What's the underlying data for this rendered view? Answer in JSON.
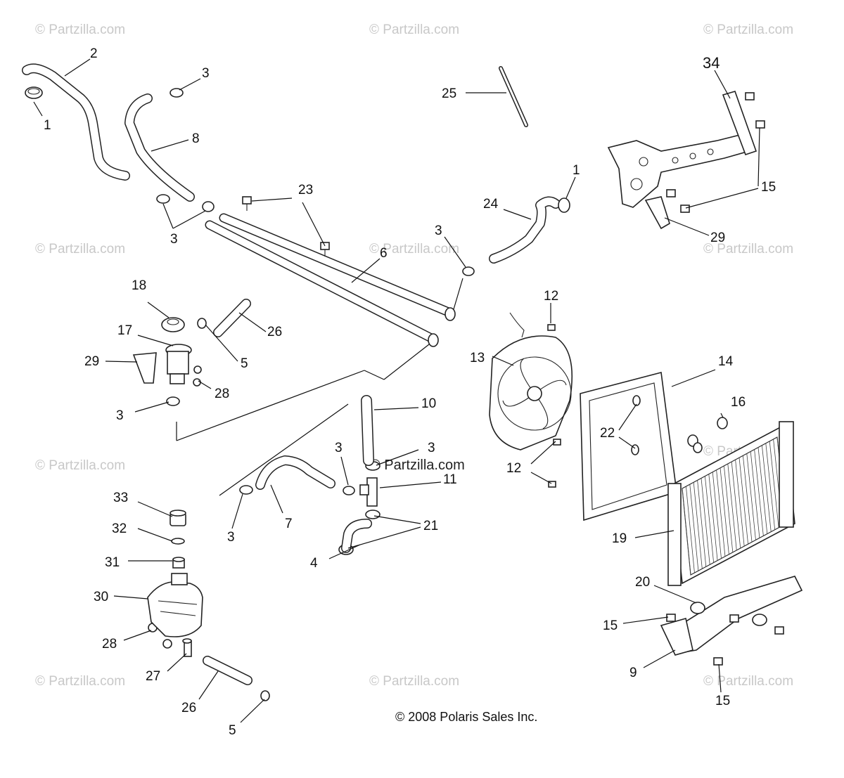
{
  "watermark": "© Partzilla.com",
  "center_watermark": "© Partzilla.com",
  "copyright": "© 2008 Polaris Sales Inc.",
  "callouts": [
    {
      "id": "c1a",
      "text": "1"
    },
    {
      "id": "c2",
      "text": "2"
    },
    {
      "id": "c3a",
      "text": "3"
    },
    {
      "id": "c8",
      "text": "8"
    },
    {
      "id": "c3b",
      "text": "3"
    },
    {
      "id": "c23",
      "text": "23"
    },
    {
      "id": "c6",
      "text": "6"
    },
    {
      "id": "c25",
      "text": "25"
    },
    {
      "id": "c1b",
      "text": "1"
    },
    {
      "id": "c24",
      "text": "24"
    },
    {
      "id": "c3c",
      "text": "3"
    },
    {
      "id": "c34",
      "text": "34"
    },
    {
      "id": "c15a",
      "text": "15"
    },
    {
      "id": "c29a",
      "text": "29"
    },
    {
      "id": "c18",
      "text": "18"
    },
    {
      "id": "c17",
      "text": "17"
    },
    {
      "id": "c26a",
      "text": "26"
    },
    {
      "id": "c29b",
      "text": "29"
    },
    {
      "id": "c5a",
      "text": "5"
    },
    {
      "id": "c28a",
      "text": "28"
    },
    {
      "id": "c3d",
      "text": "3"
    },
    {
      "id": "c10",
      "text": "10"
    },
    {
      "id": "c12a",
      "text": "12"
    },
    {
      "id": "c13",
      "text": "13"
    },
    {
      "id": "c14",
      "text": "14"
    },
    {
      "id": "c16",
      "text": "16"
    },
    {
      "id": "c22",
      "text": "22"
    },
    {
      "id": "c12b",
      "text": "12"
    },
    {
      "id": "c3e",
      "text": "3"
    },
    {
      "id": "c3f",
      "text": "3"
    },
    {
      "id": "c11",
      "text": "11"
    },
    {
      "id": "c21",
      "text": "21"
    },
    {
      "id": "c3g",
      "text": "3"
    },
    {
      "id": "c7",
      "text": "7"
    },
    {
      "id": "c4",
      "text": "4"
    },
    {
      "id": "c19",
      "text": "19"
    },
    {
      "id": "c33",
      "text": "33"
    },
    {
      "id": "c32",
      "text": "32"
    },
    {
      "id": "c31",
      "text": "31"
    },
    {
      "id": "c30",
      "text": "30"
    },
    {
      "id": "c28b",
      "text": "28"
    },
    {
      "id": "c27",
      "text": "27"
    },
    {
      "id": "c26b",
      "text": "26"
    },
    {
      "id": "c5b",
      "text": "5"
    },
    {
      "id": "c20",
      "text": "20"
    },
    {
      "id": "c15b",
      "text": "15"
    },
    {
      "id": "c9",
      "text": "9"
    },
    {
      "id": "c15c",
      "text": "15"
    }
  ]
}
